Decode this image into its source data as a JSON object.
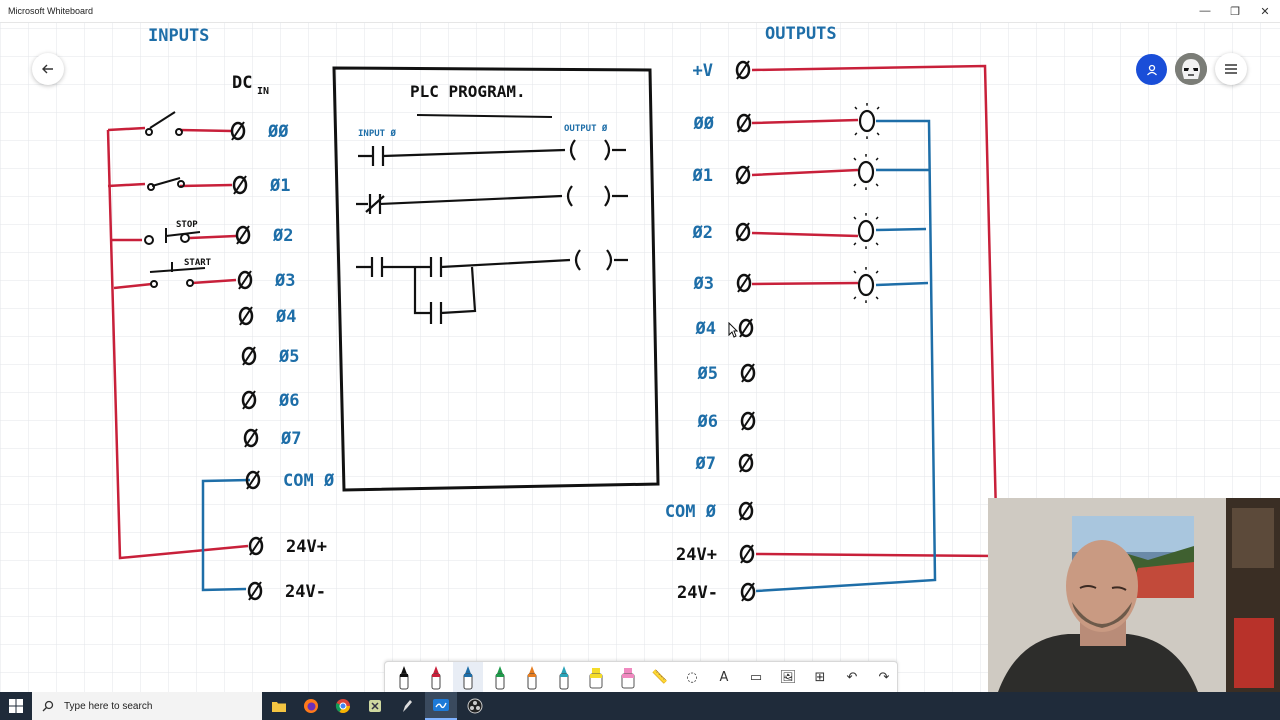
{
  "window": {
    "title": "Microsoft Whiteboard",
    "minimize_glyph": "—",
    "restore_glyph": "❐",
    "close_glyph": "✕"
  },
  "board": {
    "inputs_heading": "INPUTS",
    "outputs_heading": "OUTPUTS",
    "dc_in_label": "DC",
    "dc_in_sub": "IN",
    "plc_title": "PLC   PROGRAM.",
    "ladder_input_label": "INPUT Ø",
    "ladder_output_label": "OUTPUT Ø",
    "stop_label": "STOP",
    "start_label": "START",
    "input_terminals": [
      "ØØ",
      "Ø1",
      "Ø2",
      "Ø3",
      "Ø4",
      "Ø5",
      "Ø6",
      "Ø7",
      "COM Ø",
      "24V+",
      "24V-"
    ],
    "output_terminals": [
      "+V",
      "ØØ",
      "Ø1",
      "Ø2",
      "Ø3",
      "Ø4",
      "Ø5",
      "Ø6",
      "Ø7",
      "COM Ø",
      "24V+",
      "24V-"
    ]
  },
  "toolbar": {
    "tools": [
      "black-pen",
      "red-pen",
      "blue-pen",
      "green-pen",
      "orange-pen",
      "teal-pen",
      "highlighter-yellow",
      "highlighter-pink",
      "ruler",
      "lasso",
      "text",
      "note",
      "image",
      "add",
      "undo",
      "redo"
    ]
  },
  "taskbar": {
    "search_placeholder": "Type here to search"
  },
  "colors": {
    "ink_black": "#111111",
    "ink_red": "#c8203a",
    "ink_blue": "#1e6ea8",
    "accent_blue": "#1a4ed8"
  }
}
